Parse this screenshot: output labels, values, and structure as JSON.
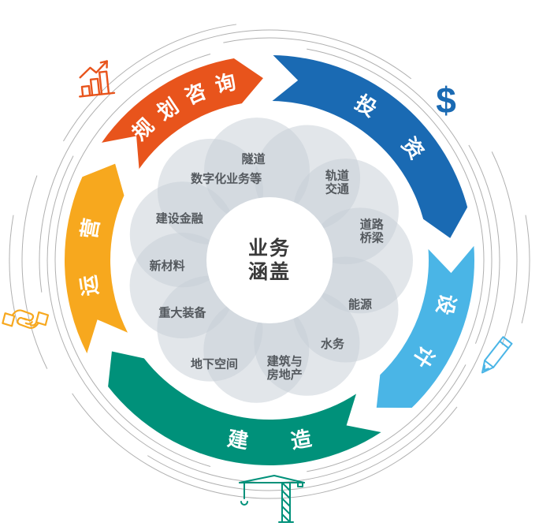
{
  "diagram_title": "业务涵盖",
  "center": {
    "lines": [
      "业务",
      "涵盖"
    ]
  },
  "colors": {
    "planning": "#e8541c",
    "investment": "#1a6ab3",
    "design": "#4ab5e6",
    "construction": "#00917a",
    "operation": "#f7a81e",
    "petal": "#c5cdd5",
    "petal_text": "#54595e",
    "deco_arc": "#8f8f8f"
  },
  "ring_segments": [
    {
      "id": "planning-consulting",
      "label": "规划咨询",
      "color": "#e8541c",
      "start": 305,
      "end": 358,
      "flip": false,
      "chars": [
        {
          "ch": "规",
          "a": 316
        },
        {
          "ch": "划",
          "a": 326
        },
        {
          "ch": "咨",
          "a": 336
        },
        {
          "ch": "询",
          "a": 346
        }
      ]
    },
    {
      "id": "investment",
      "label": "投资",
      "color": "#1a6ab3",
      "start": 1,
      "end": 83,
      "flip": false,
      "chars": [
        {
          "ch": "投",
          "a": 32
        },
        {
          "ch": "资",
          "a": 52
        }
      ]
    },
    {
      "id": "design",
      "label": "设计",
      "color": "#4ab5e6",
      "start": 86,
      "end": 144,
      "flip": false,
      "chars": [
        {
          "ch": "设",
          "a": 104
        },
        {
          "ch": "计",
          "a": 122
        }
      ]
    },
    {
      "id": "construction",
      "label": "建造",
      "color": "#00917a",
      "start": 147,
      "end": 240,
      "flip": true,
      "chars": [
        {
          "ch": "建",
          "a": 190
        },
        {
          "ch": "造",
          "a": 170
        }
      ]
    },
    {
      "id": "operation",
      "label": "运营",
      "color": "#f7a81e",
      "start": 243,
      "end": 302,
      "flip": false,
      "chars": [
        {
          "ch": "运",
          "a": 262
        },
        {
          "ch": "营",
          "a": 280
        }
      ]
    }
  ],
  "petals": [
    {
      "lines": [
        "隧道"
      ],
      "angle": 351,
      "radius": 130
    },
    {
      "lines": [
        "轨道",
        "交通"
      ],
      "angle": 41,
      "radius": 131
    },
    {
      "lines": [
        "道路",
        "桥梁"
      ],
      "angle": 74,
      "radius": 135
    },
    {
      "lines": [
        "能源"
      ],
      "angle": 116,
      "radius": 128
    },
    {
      "lines": [
        "水务"
      ],
      "angle": 143,
      "radius": 133
    },
    {
      "lines": [
        "建筑与",
        "房地产"
      ],
      "angle": 172,
      "radius": 138
    },
    {
      "lines": [
        "地下空间"
      ],
      "angle": 208,
      "radius": 149
    },
    {
      "lines": [
        "重大装备"
      ],
      "angle": 239,
      "radius": 129
    },
    {
      "lines": [
        "新材料"
      ],
      "angle": 267,
      "radius": 130
    },
    {
      "lines": [
        "建设金融"
      ],
      "angle": 295,
      "radius": 126
    },
    {
      "lines": [
        "数字化业务等"
      ],
      "angle": 332,
      "radius": 117
    }
  ],
  "icons": [
    {
      "name": "bar-chart-icon",
      "color": "#e8541c"
    },
    {
      "name": "dollar-icon",
      "color": "#1a6ab3",
      "glyph": "$"
    },
    {
      "name": "pencil-icon",
      "color": "#4ab5e6"
    },
    {
      "name": "crane-icon",
      "color": "#00917a"
    },
    {
      "name": "handshake-icon",
      "color": "#f7a81e"
    }
  ]
}
